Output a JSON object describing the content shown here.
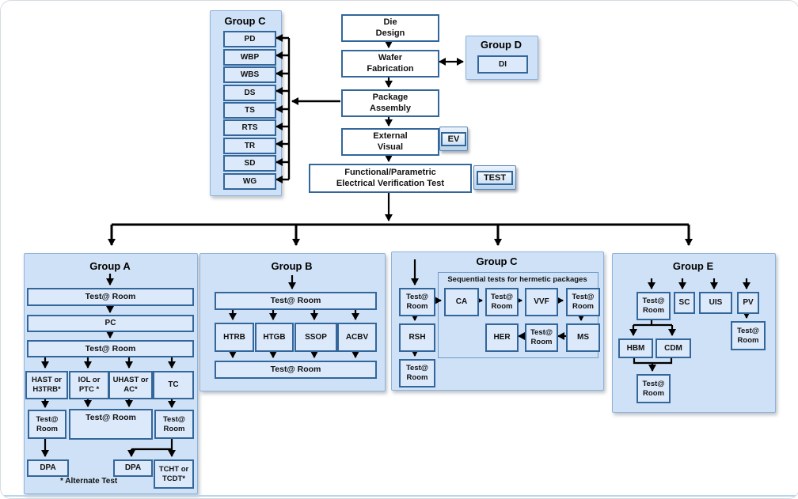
{
  "diagram": {
    "top_group_c": {
      "title": "Group C",
      "items": [
        "PD",
        "WBP",
        "WBS",
        "DS",
        "TS",
        "RTS",
        "TR",
        "SD",
        "WG"
      ]
    },
    "main_flow": {
      "die": "Die\nDesign",
      "wafer": "Wafer\nFabrication",
      "package": "Package\nAssembly",
      "external": "External\nVisual",
      "functional": "Functional/Parametric\nElectrical Verification Test",
      "ev": "EV",
      "test": "TEST"
    },
    "group_d": {
      "title": "Group D",
      "di": "DI"
    },
    "group_a": {
      "title": "Group A",
      "row1": "Test@ Room",
      "row2": "PC",
      "row3": "Test@ Room",
      "branch1": "HAST or\nH3TRB*",
      "branch2": "IOL or\nPTC *",
      "branch3": "UHAST or\nAC*",
      "branch4": "TC",
      "test1": "Test@\nRoom",
      "test2": "Test@ Room",
      "test3": "Test@\nRoom",
      "dpa1": "DPA",
      "dpa2": "DPA",
      "tcht": "TCHT or\nTCDT*",
      "footnote": "* Alternate Test"
    },
    "group_b": {
      "title": "Group B",
      "top": "Test@ Room",
      "branches": [
        "HTRB",
        "HTGB",
        "SSOP",
        "ACBV"
      ],
      "bottom": "Test@ Room"
    },
    "group_c": {
      "title": "Group C",
      "left1": "Test@\nRoom",
      "left2": "RSH",
      "left3": "Test@\nRoom",
      "inner_label": "Sequential tests for hermetic packages",
      "seq1": "CA",
      "seq2": "Test@\nRoom",
      "seq3": "VVF",
      "seq4": "Test@\nRoom",
      "seq5": "MS",
      "seq6": "Test@\nRoom",
      "seq7": "HER"
    },
    "group_e": {
      "title": "Group E",
      "col1": "Test@\nRoom",
      "col2": "SC",
      "col3": "UIS",
      "col4": "PV",
      "pv_test": "Test@\nRoom",
      "hbm": "HBM",
      "cdm": "CDM",
      "esd_test": "Test@\nRoom"
    },
    "colors": {
      "panel_fill": "#cfe1f6",
      "box_fill": "#dbe9fb",
      "box_border": "#33669a",
      "arrow": "#000000",
      "bottom_rule": "#b9d5ee"
    }
  }
}
